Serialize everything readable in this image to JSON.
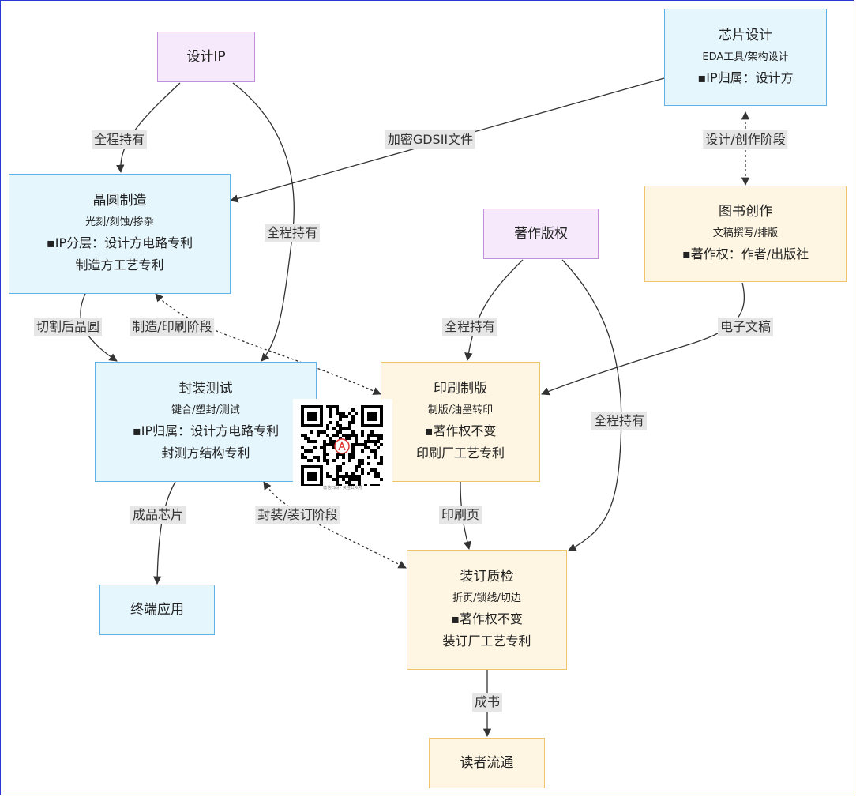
{
  "nodes": {
    "design_ip": {
      "title": "设计IP"
    },
    "chip_design": {
      "title": "芯片设计",
      "sub": "EDA工具/架构设计",
      "lines": [
        "▪IP归属：设计方"
      ]
    },
    "wafer": {
      "title": "晶圆制造",
      "sub": "光刻/刻蚀/掺杂",
      "lines": [
        "▪IP分层：设计方电路专利",
        "制造方工艺专利"
      ]
    },
    "copyright": {
      "title": "著作版权"
    },
    "book_creation": {
      "title": "图书创作",
      "sub": "文稿撰写/排版",
      "lines": [
        "▪著作权：作者/出版社"
      ]
    },
    "packaging": {
      "title": "封装测试",
      "sub": "键合/塑封/测试",
      "lines": [
        "▪IP归属：设计方电路专利",
        "封测方结构专利"
      ]
    },
    "printing": {
      "title": "印刷制版",
      "sub": "制版/油墨转印",
      "lines": [
        "▪著作权不变",
        "印刷厂工艺专利"
      ]
    },
    "terminal": {
      "title": "终端应用"
    },
    "binding": {
      "title": "装订质检",
      "sub": "折页/锁线/切边",
      "lines": [
        "▪著作权不变",
        "装订厂工艺专利"
      ]
    },
    "readers": {
      "title": "读者流通"
    }
  },
  "edge_labels": {
    "ip_to_wafer": "全程持有",
    "gdsii": "加密GDSII文件",
    "design_stage": "设计/创作阶段",
    "ip_to_packaging": "全程持有",
    "cut_wafer": "切割后晶圆",
    "manufacture_stage": "制造/印刷阶段",
    "copyright_to_printing": "全程持有",
    "e_manuscript": "电子文稿",
    "copyright_to_binding": "全程持有",
    "finished_chip": "成品芯片",
    "package_stage": "封装/装订阶段",
    "printed_pages": "印刷页",
    "finished_book": "成书"
  },
  "qr": {
    "caption": "微信扫码 · 关注公众号"
  },
  "colors": {
    "blue_fill": "#e5f6fd",
    "blue_border": "#5fb1e6",
    "yellow_fill": "#fef6e3",
    "yellow_border": "#f0c36d",
    "purple_fill": "#f6e9fb",
    "purple_border": "#c28fdc",
    "edge": "#333333",
    "label_bg": "#e6e6e6",
    "frame": "#2b36d6"
  }
}
